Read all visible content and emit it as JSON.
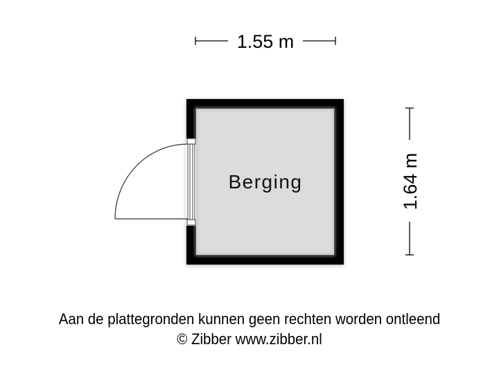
{
  "plan": {
    "room": {
      "label": "Berging",
      "fill_color": "#dcdcdc",
      "wall_color": "#000000"
    },
    "dimensions": {
      "width": "1.55 m",
      "height": "1.64 m"
    },
    "door": {
      "type": "swing-door",
      "side": "left-wall"
    }
  },
  "footer": {
    "disclaimer": "Aan de plattegronden kunnen geen rechten worden ontleend",
    "copyright": "© Zibber www.zibber.nl"
  }
}
